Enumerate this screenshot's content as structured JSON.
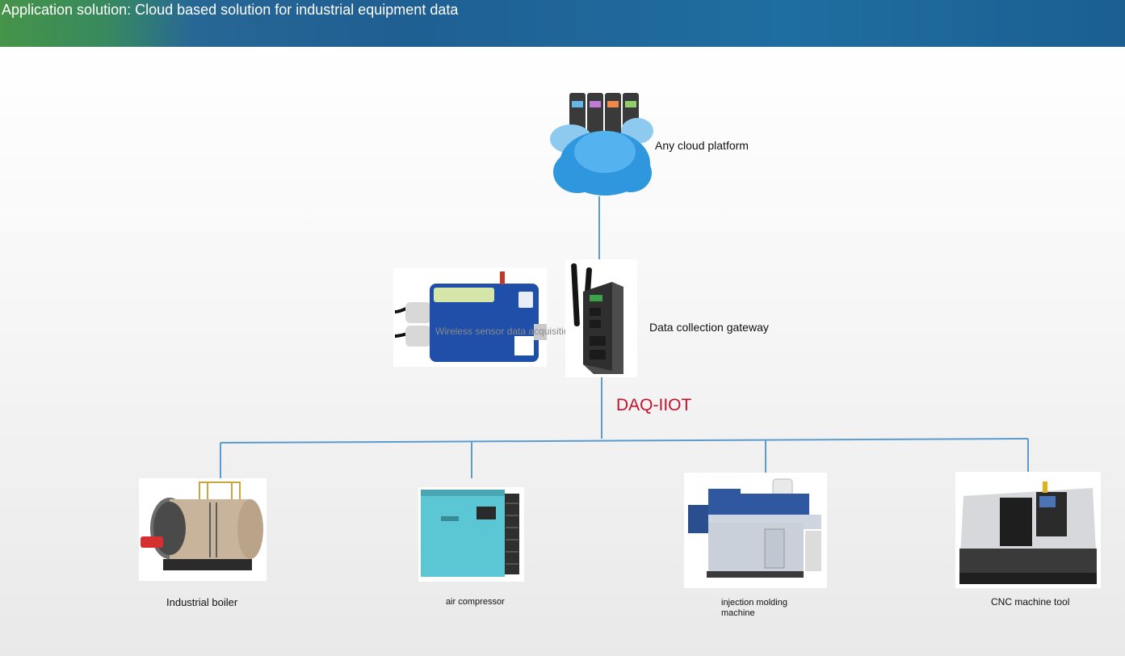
{
  "header": {
    "title": "Application solution: Cloud based solution for industrial equipment data"
  },
  "diagram": {
    "cloud": {
      "label": "Any cloud platform",
      "icon": "cloud-server-icon"
    },
    "gateway": {
      "label": "Data collection gateway",
      "icon": "gateway-device-icon"
    },
    "sensor_terminal": {
      "caption": "Wireless sensor data acquisition terminal",
      "icon": "wireless-sensor-terminal-icon"
    },
    "bus": {
      "label": "DAQ-IIOT",
      "color": "#c8102e"
    },
    "equipment": [
      {
        "label": "Industrial boiler",
        "icon": "industrial-boiler-icon"
      },
      {
        "label": "air compressor",
        "icon": "air-compressor-icon"
      },
      {
        "label": "injection molding machine",
        "icon": "injection-molding-machine-icon"
      },
      {
        "label": "CNC machine tool",
        "icon": "cnc-machine-tool-icon"
      }
    ]
  },
  "colors": {
    "connector": "#5a9ccf",
    "header": "#1f5f92"
  }
}
